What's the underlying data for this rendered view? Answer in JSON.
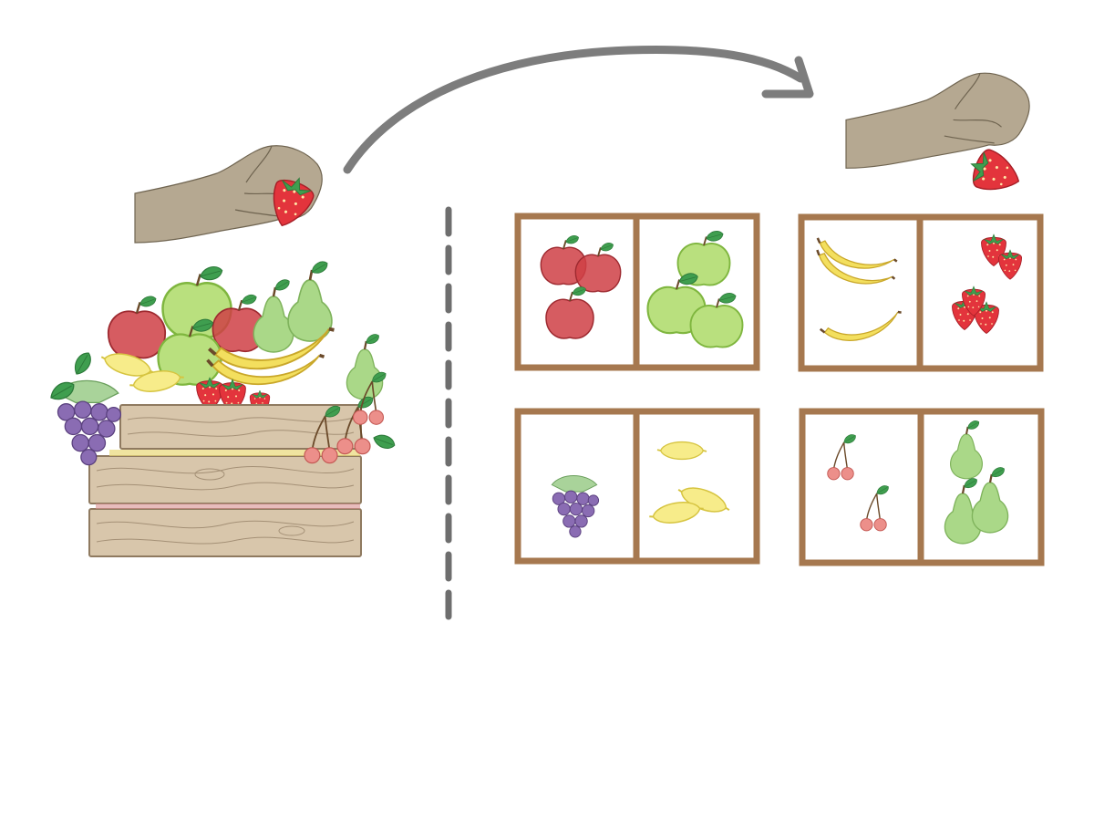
{
  "colors": {
    "background": "#ffffff",
    "arrow": "#7d7d7d",
    "divider": "#6e6e6e",
    "frame_wood": "#a6784f",
    "crate_wood": "#d8c6ab",
    "crate_grain": "#8f7a60",
    "hand_skin": "#a8997e",
    "strawberry": "#e3343c",
    "red_apple": "#cf3f45",
    "green_apple": "#b9e07e",
    "banana": "#f3df5e",
    "lemon": "#f7ec8a",
    "pear": "#aad888",
    "grape": "#8a6cb3",
    "cherry": "#ec8f8a",
    "leaf": "#3f9e4f"
  },
  "crate": {
    "contents": [
      "red-apple",
      "green-apple",
      "pear",
      "banana",
      "lemon",
      "strawberry",
      "grape",
      "cherry"
    ]
  },
  "sorting_boxes": [
    {
      "compartments": [
        "red-apple",
        "green-apple"
      ]
    },
    {
      "compartments": [
        "banana",
        "strawberry"
      ]
    },
    {
      "compartments": [
        "grape",
        "lemon"
      ]
    },
    {
      "compartments": [
        "cherry",
        "pear"
      ]
    }
  ],
  "icons": [
    "hand-icon",
    "strawberry-icon",
    "arrow-icon",
    "crate-icon",
    "divider-line"
  ]
}
